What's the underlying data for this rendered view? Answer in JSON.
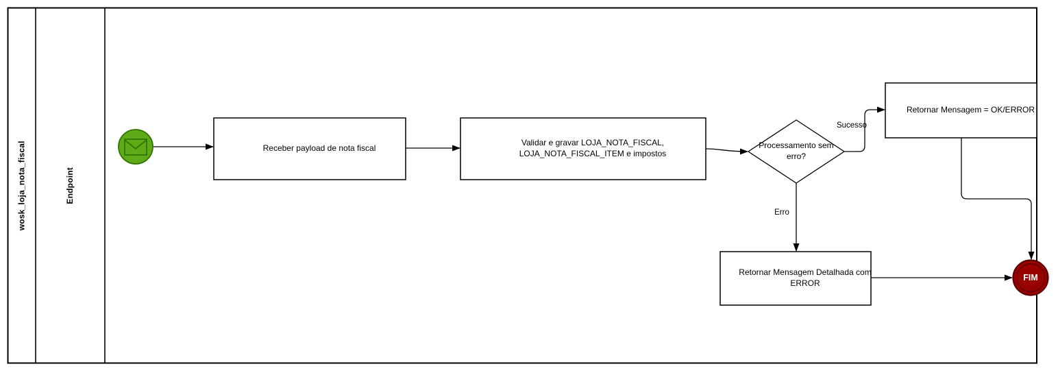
{
  "diagram": {
    "pool": {
      "title": "wosk_loja_nota_fiscal"
    },
    "lane": {
      "title": "Endpoint"
    },
    "nodes": {
      "start_event": {
        "type": "message-start-event",
        "fill": "#60a917",
        "stroke": "#2d7600"
      },
      "task_receber": {
        "label": "Receber payload de nota fiscal"
      },
      "task_validar": {
        "label": "Validar e gravar LOJA_NOTA_FISCAL, LOJA_NOTA_FISCAL_ITEM e impostos"
      },
      "gateway_processamento": {
        "label": "Processamento sem erro?"
      },
      "task_retornar_ok": {
        "label": "Retornar Mensagem = OK/ERROR"
      },
      "task_retornar_erro": {
        "label": "Retornar Mensagem Detalhada com ERROR"
      },
      "end_event": {
        "label": "FIM",
        "fill": "#990000",
        "stroke": "#5c0000"
      }
    },
    "edges": {
      "success_label": "Sucesso",
      "error_label": "Erro"
    }
  }
}
